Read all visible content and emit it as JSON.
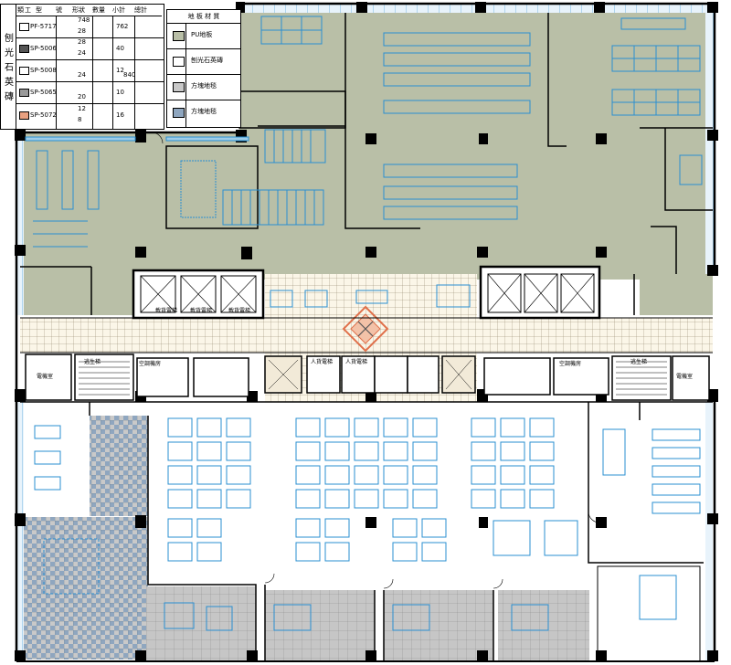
{
  "product_legend": {
    "title_vertical": "刨光石英磚",
    "headers": [
      "類",
      "工",
      "型",
      "號",
      "形狀",
      "數量",
      "小計",
      "總計"
    ],
    "rows": [
      {
        "code": "PF-5717",
        "color": "#ffffff",
        "shapes": [
          "748",
          "28"
        ],
        "subtotal": "762"
      },
      {
        "code": "SP-5006",
        "color": "#555555",
        "shapes": [
          "28",
          "24"
        ],
        "subtotal": "40"
      },
      {
        "code": "SP-5008",
        "color": "#ffffff",
        "shapes": [
          "24"
        ],
        "subtotal": "12"
      },
      {
        "code": "SP-5065",
        "color": "#999999",
        "shapes": [
          "20"
        ],
        "subtotal": "10"
      },
      {
        "code": "SP-5072",
        "color": "#e8a080",
        "shapes": [
          "12",
          "8"
        ],
        "subtotal": "16"
      }
    ],
    "total": "840"
  },
  "floor_legend": {
    "title": "地 板 材 質",
    "items": [
      {
        "label": "PU地板",
        "color": "#b9bfa7"
      },
      {
        "label": "刨光石英磚",
        "color": "#ffffff"
      },
      {
        "label": "方塊地毯",
        "color": "#c9c9c9"
      },
      {
        "label": "方塊地毯",
        "color": "#8fa6bf"
      }
    ]
  },
  "room_labels": {
    "lift_left_1": "載貨電梯",
    "lift_left_2": "載貨電梯",
    "lift_left_3": "載貨電梯",
    "lift_center_1": "人貨電梯",
    "lift_center_2": "人貨電梯",
    "stair_left": "逃生梯",
    "stair_right": "逃生梯",
    "aircon_left": "空調機房",
    "aircon_right": "空調機房",
    "elec_left": "電機室",
    "elec_right": "電機室"
  },
  "colors": {
    "pu_floor": "#b9bfa7",
    "carpet_grey": "#c9c9c9",
    "carpet_blue": "#8fa6bf",
    "furniture": "#2a8fd0",
    "wall": "#000000",
    "accent_tile": "#e0704a"
  }
}
